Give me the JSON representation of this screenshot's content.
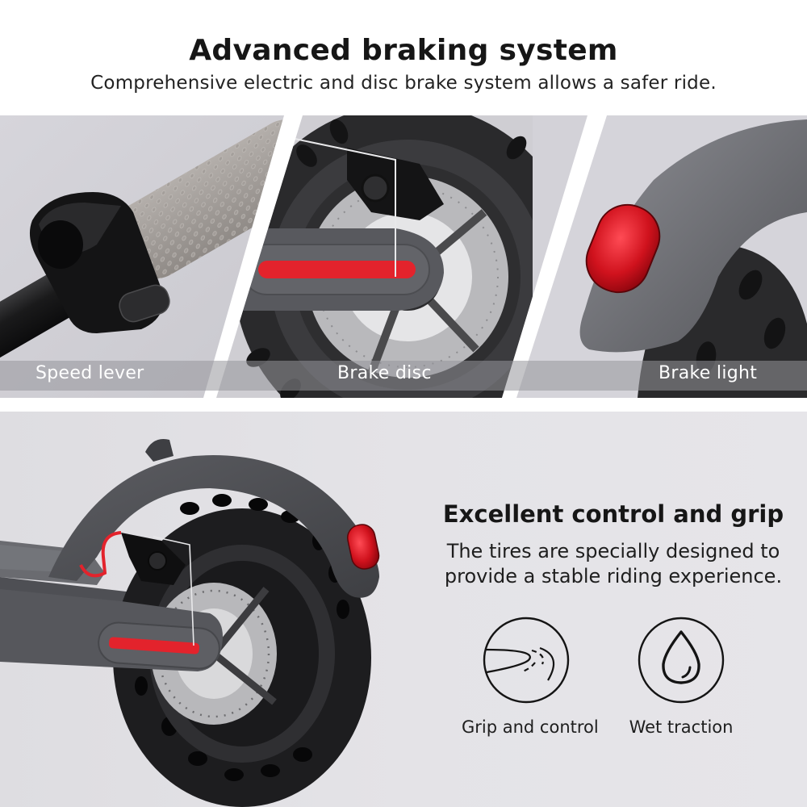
{
  "header": {
    "title": "Advanced braking system",
    "subtitle": "Comprehensive electric and disc brake system allows a safer ride."
  },
  "feature_panels": [
    {
      "label": "Speed lever",
      "icon": "throttle-lever-photo"
    },
    {
      "label": "Brake disc",
      "icon": "disc-brake-photo"
    },
    {
      "label": "Brake light",
      "icon": "tail-light-photo"
    }
  ],
  "grip_section": {
    "title": "Excellent control and grip",
    "description_line1": "The tires are specially designed to",
    "description_line2": "provide a stable riding experience.",
    "features": [
      {
        "label": "Grip and control",
        "icon": "road-curve-icon"
      },
      {
        "label": "Wet traction",
        "icon": "water-drop-icon"
      }
    ]
  },
  "colors": {
    "accent_red": "#e0232b",
    "text_dark": "#161616",
    "panel_bg": "#d3d2d8",
    "scooter_gray": "#55565b"
  }
}
